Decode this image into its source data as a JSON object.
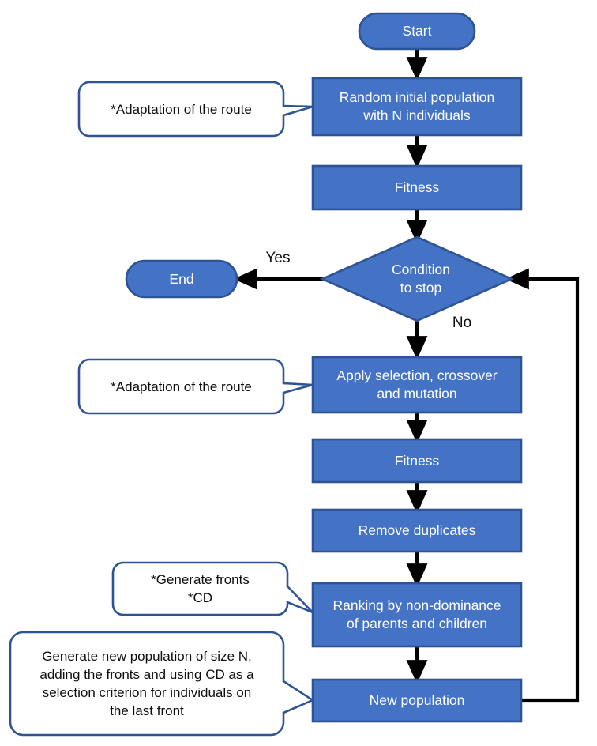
{
  "diagram": {
    "title": "Genetic algorithm flowchart",
    "colors": {
      "node_fill": "#4472C4",
      "node_stroke": "#2E5496",
      "callout_fill": "#FFFFFF",
      "callout_stroke": "#2E5496",
      "arrow": "#000000",
      "node_text": "#FFFFFF",
      "callout_text": "#0D0D0D",
      "background": "#FFFFFF"
    },
    "nodes": [
      {
        "id": "start",
        "shape": "stadium",
        "label": "Start"
      },
      {
        "id": "init",
        "shape": "rect",
        "label": "Random initial population\nwith N individuals"
      },
      {
        "id": "fitness1",
        "shape": "rect",
        "label": "Fitness"
      },
      {
        "id": "condition",
        "shape": "diamond",
        "label": "Condition\nto stop"
      },
      {
        "id": "end",
        "shape": "stadium",
        "label": "End"
      },
      {
        "id": "operators",
        "shape": "rect",
        "label": "Apply selection, crossover\nand mutation"
      },
      {
        "id": "fitness2",
        "shape": "rect",
        "label": "Fitness"
      },
      {
        "id": "dedup",
        "shape": "rect",
        "label": "Remove duplicates"
      },
      {
        "id": "ranking",
        "shape": "rect",
        "label": "Ranking by non-dominance\nof parents and children"
      },
      {
        "id": "newpop",
        "shape": "rect",
        "label": "New population"
      }
    ],
    "callouts": [
      {
        "id": "callout-init",
        "label": "*Adaptation of the route"
      },
      {
        "id": "callout-ops",
        "label": "*Adaptation of the route"
      },
      {
        "id": "callout-ranking",
        "label": "*Generate fronts\n*CD"
      },
      {
        "id": "callout-newpop",
        "label": "Generate new population of size N,\nadding the fronts and using CD as a\nselection criterion for individuals on\nthe last front"
      }
    ],
    "edge_labels": [
      {
        "id": "yes-label",
        "label": "Yes"
      },
      {
        "id": "no-label",
        "label": "No"
      }
    ]
  }
}
